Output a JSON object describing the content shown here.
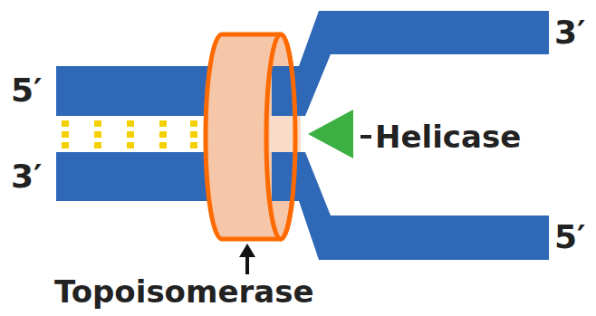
{
  "diagram": {
    "labels": [
      "5′",
      "3′",
      "3′",
      "5′",
      "Helicase",
      "Topoisomerase"
    ]
  }
}
